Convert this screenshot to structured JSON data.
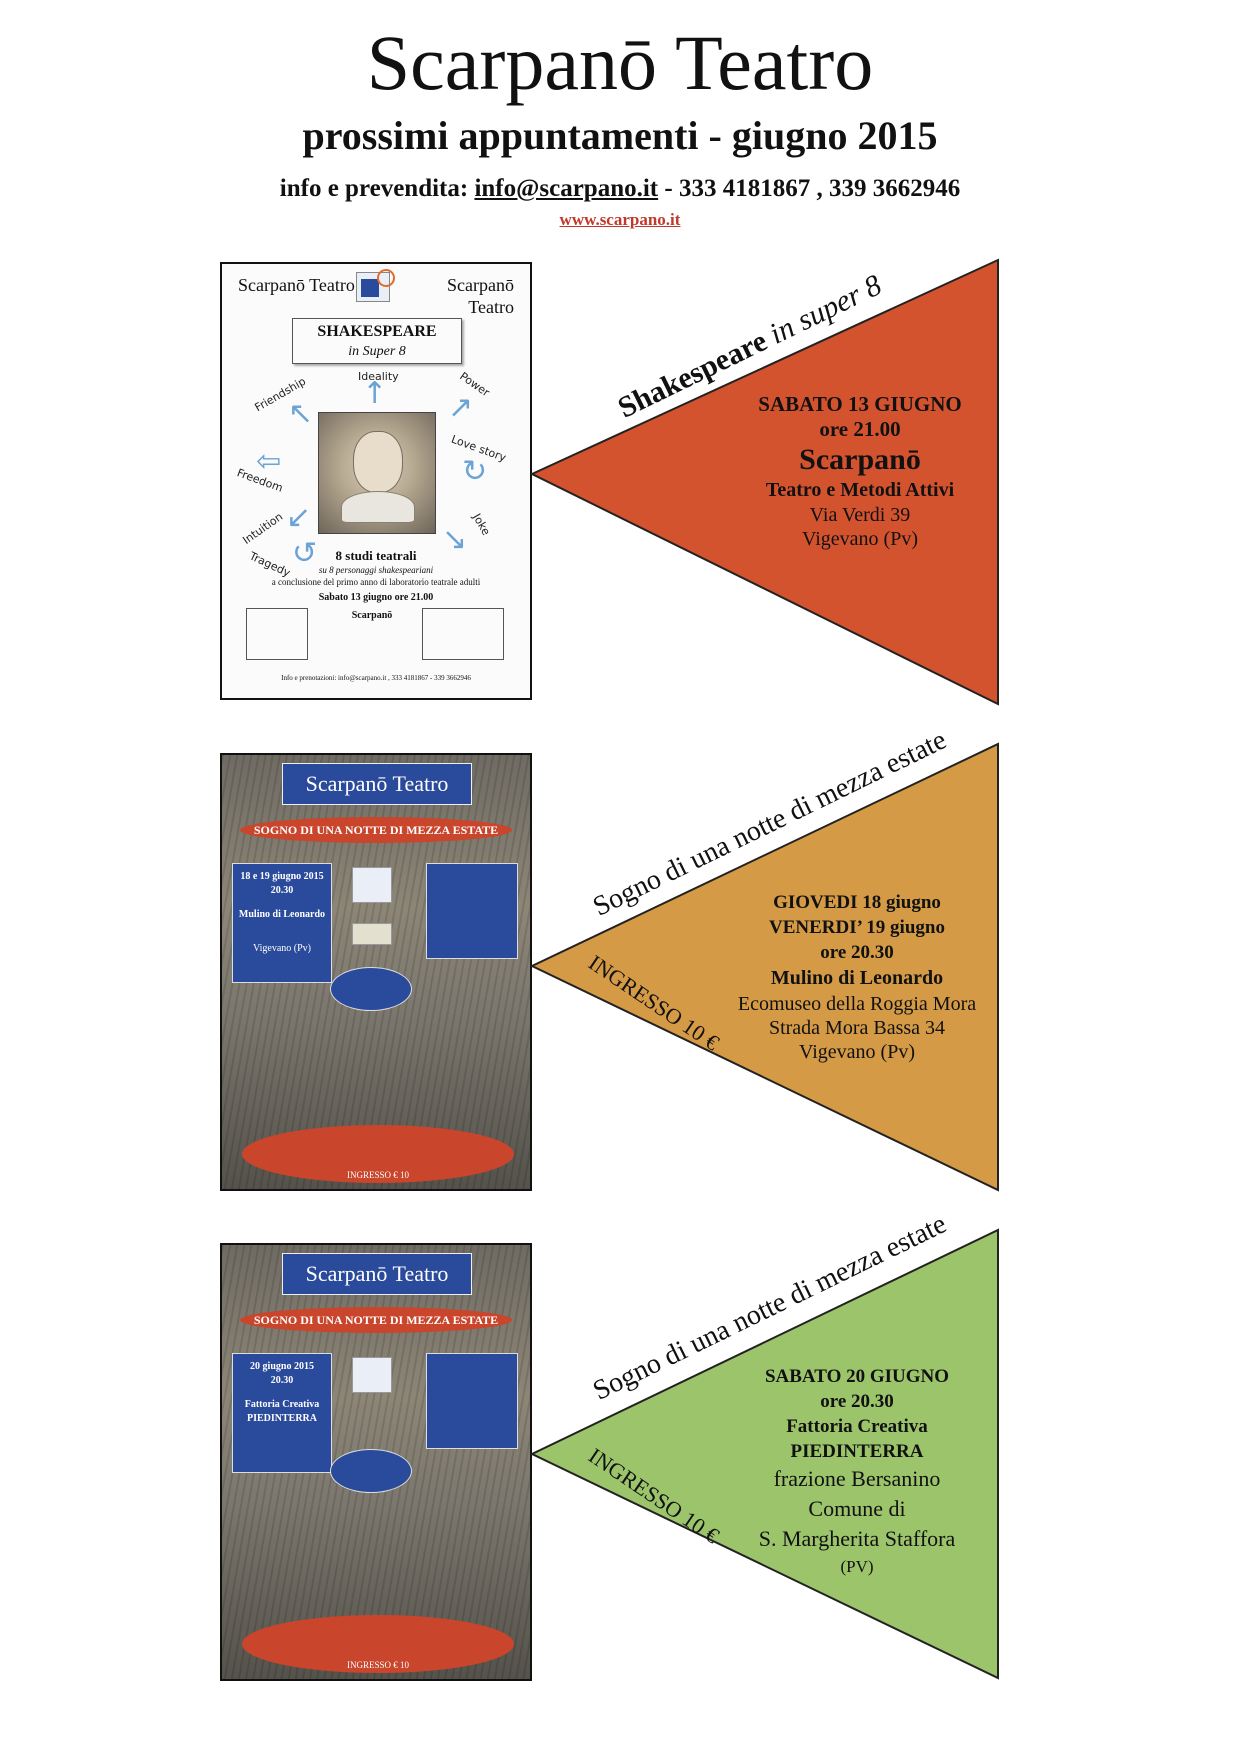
{
  "header": {
    "title": "Scarpanō Teatro",
    "subtitle": "prossimi appuntamenti - giugno 2015",
    "info_prefix": "info e prevendita: ",
    "info_email": "info@scarpano.it",
    "info_phones": " - 333 4181867 ,  339 3662946",
    "website": "www.scarpano.it"
  },
  "colors": {
    "event1": "#d4532f",
    "event2": "#d49a45",
    "event3": "#9cc46b",
    "poster_box": "#2a4a9b",
    "poster_red": "#c9452c"
  },
  "events": [
    {
      "diagonal_title": "Shakespeare",
      "diagonal_title_italic": "in super 8",
      "lines": [
        "SABATO 13 GIUGNO",
        "ore 21.00",
        "Scarpanō",
        "Teatro e Metodi Attivi",
        "Via Verdi 39",
        "Vigevano (Pv)"
      ],
      "poster": {
        "left_brand": "Scarpanō Teatro",
        "right_brand": "Scarpanō Teatro",
        "title": "SHAKESPEARE",
        "subtitle": "in Super 8",
        "words": [
          "Ideality",
          "Power",
          "Friendship",
          "Love story",
          "Freedom",
          "Joke",
          "Intuition",
          "Tragedy"
        ],
        "studies": "8 studi teatrali",
        "studies_sub": "su 8 personaggi shakespeariani",
        "studies_note": "a conclusione del primo anno di laboratorio teatrale adulti",
        "date": "Sabato 13 giugno ore 21.00",
        "venue": "Scarpanō",
        "footer": "Info e prenotazioni: info@scarpano.it , 333 4181867 - 339 3662946"
      }
    },
    {
      "diagonal_title": "Sogno di una notte di mezza estate",
      "lines": [
        "GIOVEDI  18 giugno",
        "VENERDI’ 19 giugno",
        "ore 20.30",
        "Mulino di Leonardo",
        "Ecomuseo della Roggia Mora",
        "Strada Mora Bassa 34",
        "Vigevano (Pv)"
      ],
      "ingresso": "INGRESSO 10 €",
      "poster": {
        "brand": "Scarpanō Teatro",
        "banner": "SOGNO DI UNA NOTTE DI MEZZA ESTATE",
        "date": "18 e 19 giugno 2015",
        "time": "20.30",
        "venue": "Mulino di Leonardo",
        "place": "Vigevano (Pv)",
        "ingresso": "INGRESSO € 10"
      }
    },
    {
      "diagonal_title": "Sogno di una notte di mezza estate",
      "lines": [
        "SABATO 20 GIUGNO",
        "ore 20.30",
        "Fattoria Creativa",
        "PIEDINTERRA",
        "frazione Bersanino",
        "Comune di",
        "S. Margherita Staffora",
        "(PV)"
      ],
      "ingresso": "INGRESSO 10 €",
      "poster": {
        "brand": "Scarpanō Teatro",
        "banner": "SOGNO DI UNA NOTTE DI MEZZA ESTATE",
        "date": "20 giugno 2015",
        "time": "20.30",
        "venue": "Fattoria Creativa PIEDINTERRA",
        "ingresso": "INGRESSO € 10"
      }
    }
  ]
}
